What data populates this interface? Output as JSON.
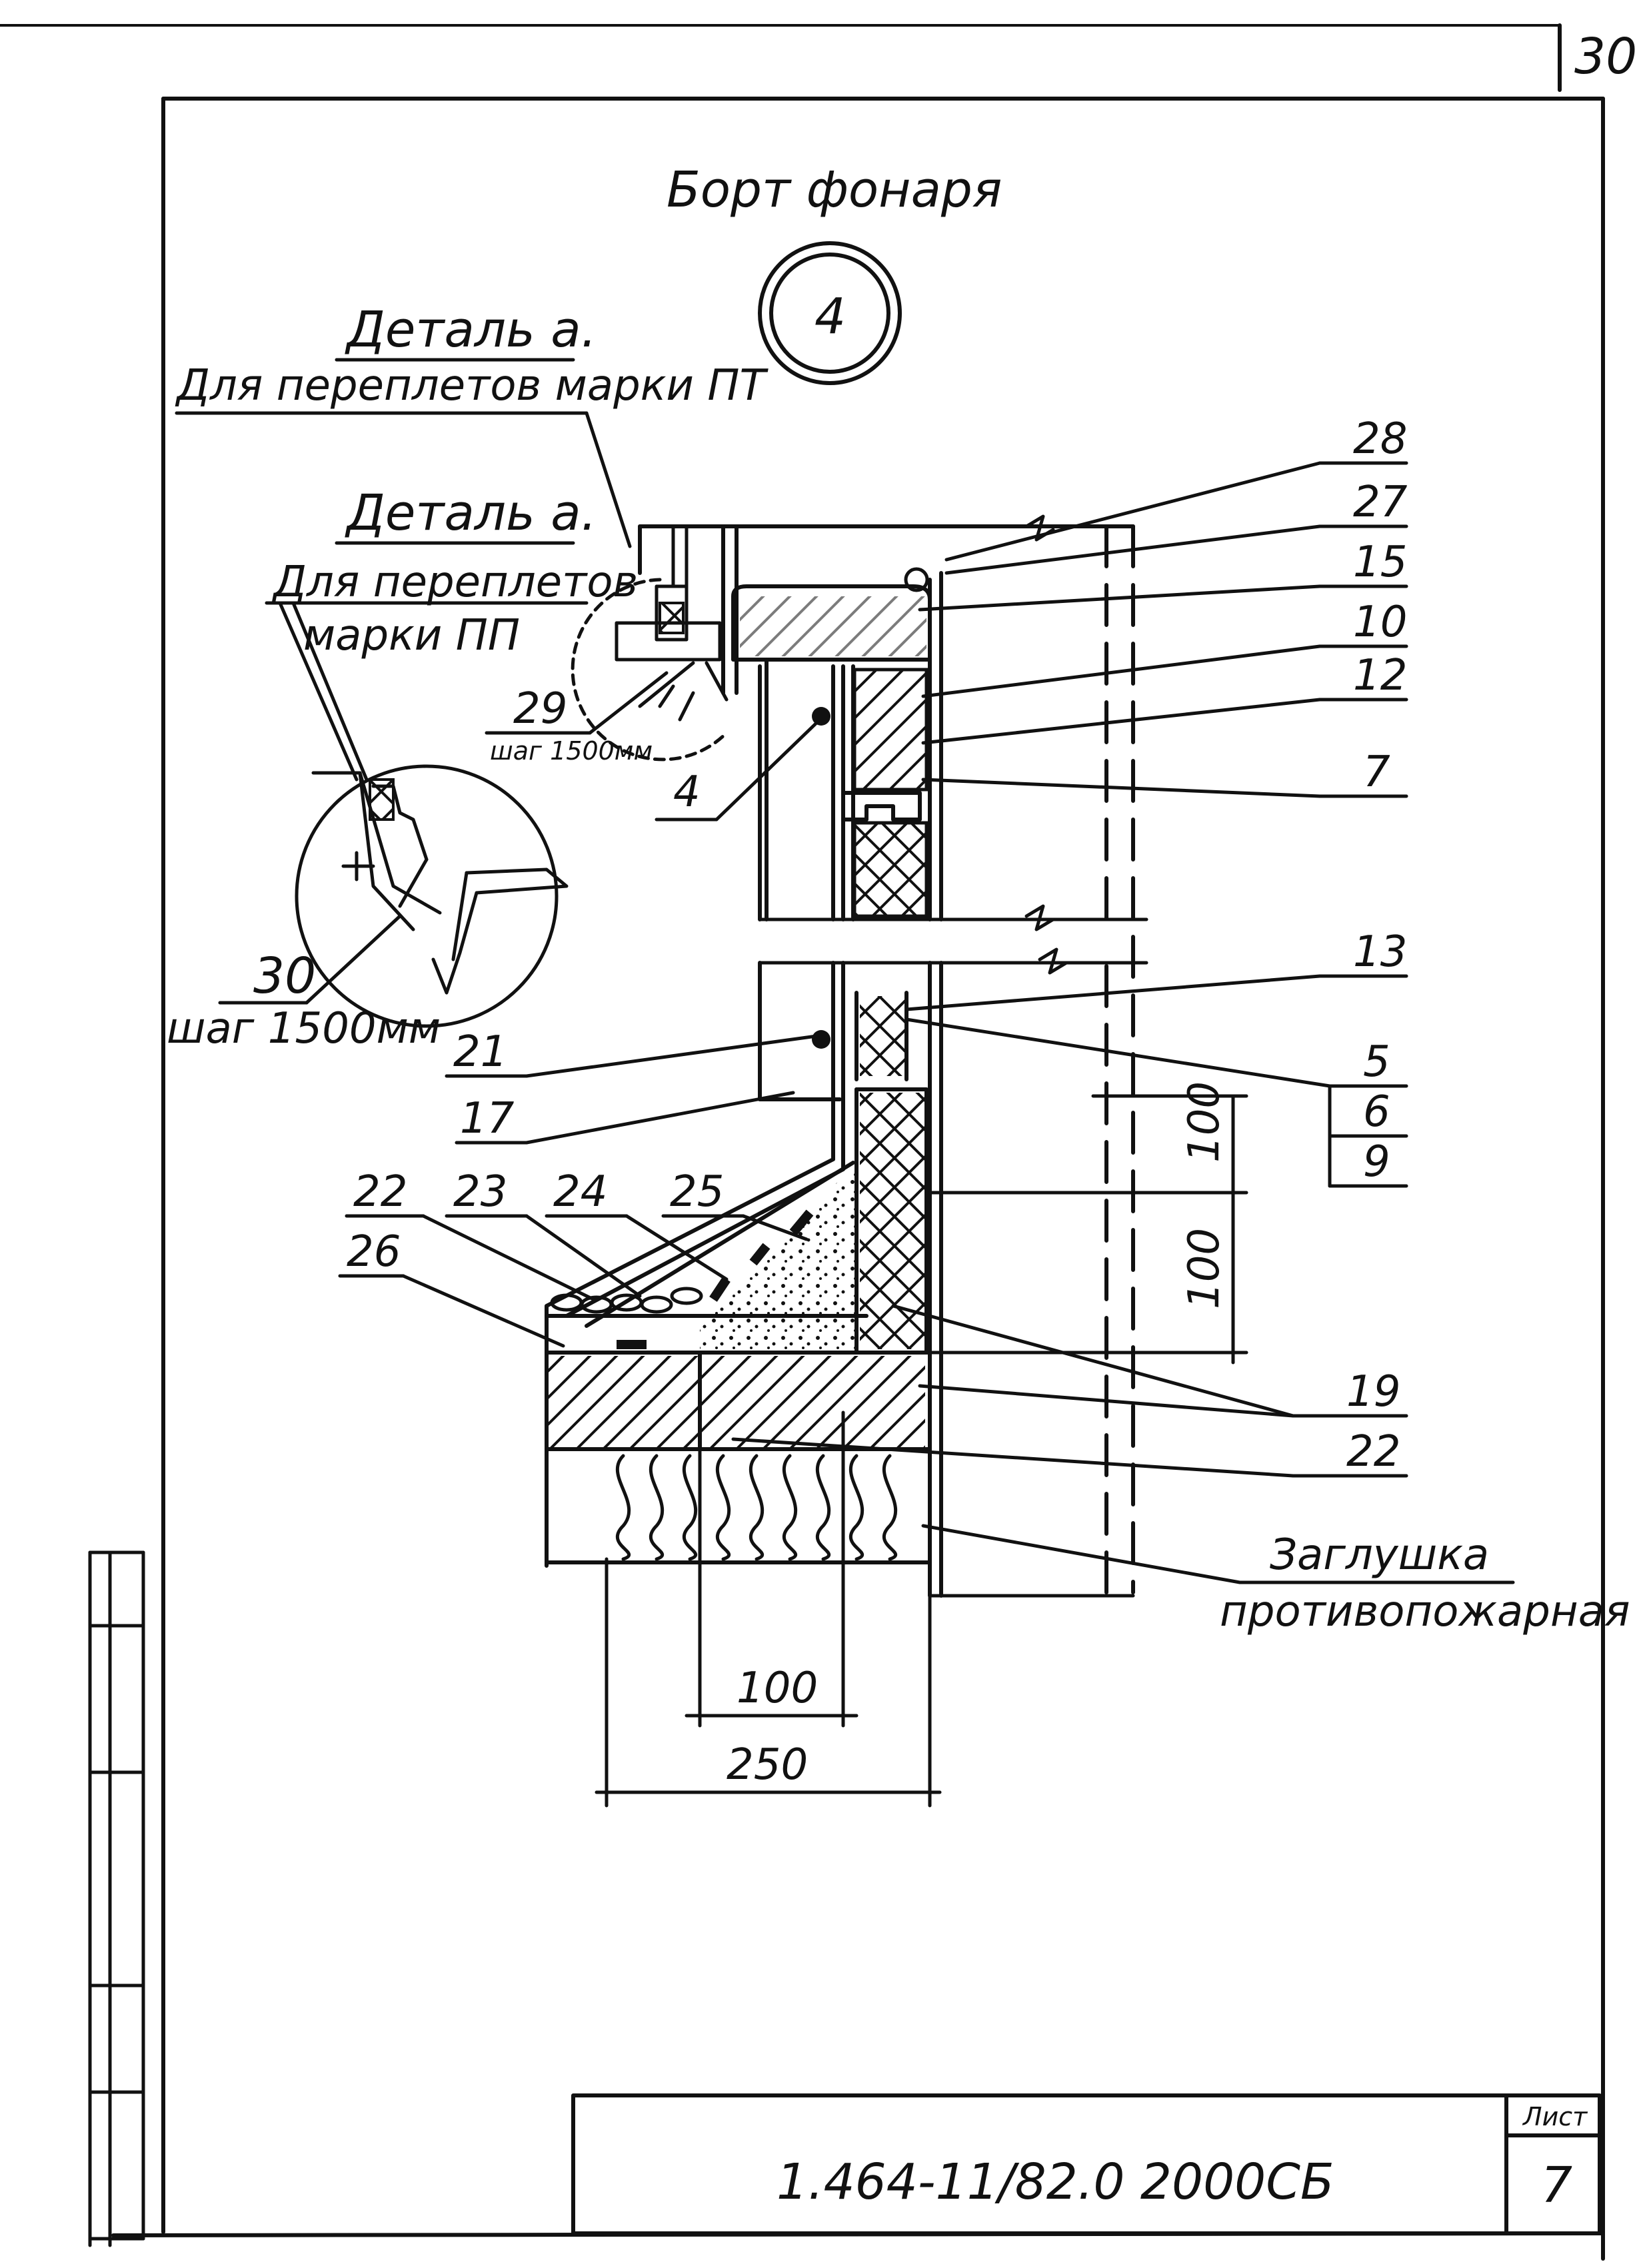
{
  "sheet": {
    "page_number": "30",
    "title": "Борт фонаря",
    "section_marker": "4",
    "code": "1.464-11/82.0 2000СБ",
    "sheet_label": "Лист",
    "sheet_number": "7"
  },
  "details": {
    "detail_pt_title": "Деталь а.",
    "detail_pt_caption": "Для переплетов марки ПТ",
    "detail_pp_title": "Деталь а.",
    "detail_pp_caption_line1": "Для переплетов",
    "detail_pp_caption_line2": "марки ПП",
    "pos29": "29",
    "pos29_step": "шаг 1500мм",
    "pos30": "30",
    "pos30_step": "шаг 1500мм"
  },
  "positions": {
    "p28": "28",
    "p27": "27",
    "p15": "15",
    "p10": "10",
    "p12": "12",
    "p7": "7",
    "p4": "4",
    "p13": "13",
    "p5": "5",
    "p6": "6",
    "p9": "9",
    "p21": "21",
    "p17": "17",
    "p22a": "22",
    "p23": "23",
    "p24": "24",
    "p25": "25",
    "p26": "26",
    "p19": "19",
    "p22b": "22"
  },
  "dimensions": {
    "d100_upper": "100",
    "d100_lower": "100",
    "d100_bottom": "100",
    "d250": "250"
  },
  "notes": {
    "plug_line1": "Заглушка",
    "plug_line2": "противопожарная"
  }
}
